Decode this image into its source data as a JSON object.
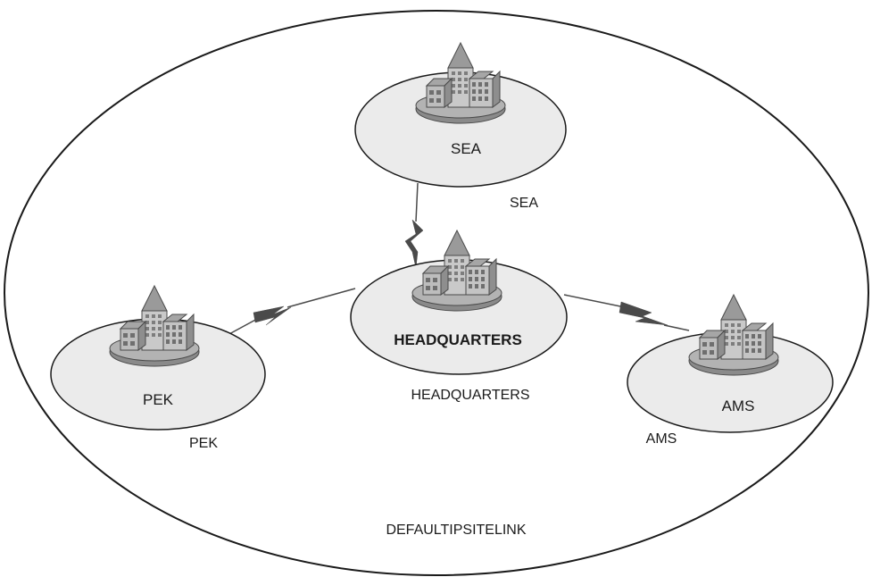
{
  "diagram": {
    "outer_link_label": "DEFAULTIPSITELINK",
    "sites": {
      "sea": {
        "inner_label": "SEA",
        "outer_label": "SEA"
      },
      "hq": {
        "inner_label": "HEADQUARTERS",
        "outer_label": "HEADQUARTERS"
      },
      "pek": {
        "inner_label": "PEK",
        "outer_label": "PEK"
      },
      "ams": {
        "inner_label": "AMS",
        "outer_label": "AMS"
      }
    }
  }
}
